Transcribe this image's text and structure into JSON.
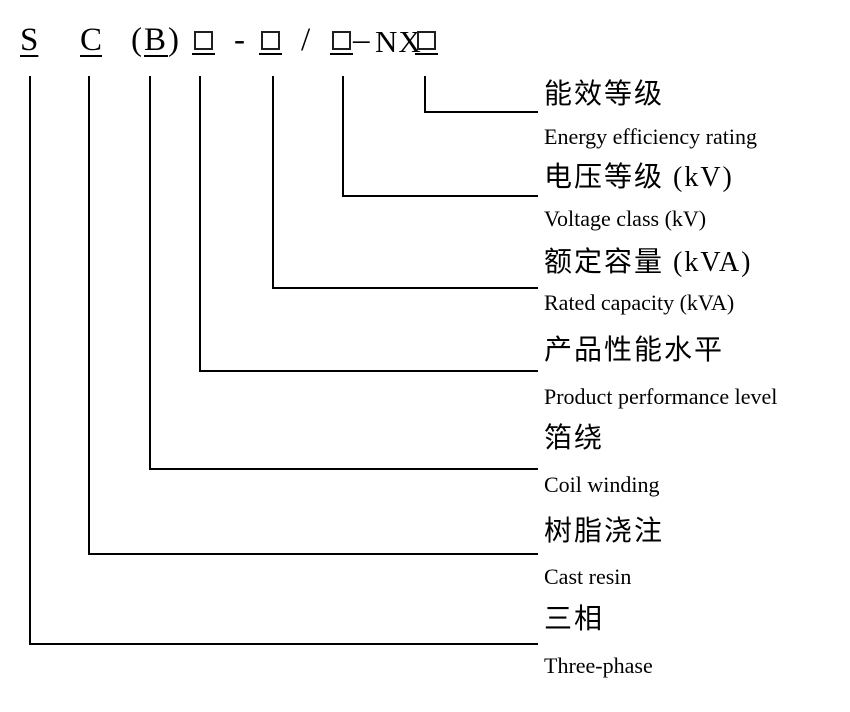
{
  "title": "Transformer model designation diagram",
  "background": "#ffffff",
  "line_color": "#000000",
  "text_color": "#000000",
  "code": {
    "s": "S",
    "c": "C",
    "paren_open": "(",
    "b": "B",
    "paren_close": ")",
    "hyphen": "-",
    "slash": "/",
    "dash": "–",
    "nx": "NX"
  },
  "entries": [
    {
      "cn": "能效等级",
      "en": "Energy efficiency rating"
    },
    {
      "cn": "电压等级 (kV)",
      "en": "Voltage class (kV)"
    },
    {
      "cn": "额定容量 (kVA)",
      "en": "Rated capacity (kVA)"
    },
    {
      "cn": "产品性能水平",
      "en": "Product performance level"
    },
    {
      "cn": "箔绕",
      "en": "Coil winding"
    },
    {
      "cn": "树脂浇注",
      "en": "Cast resin"
    },
    {
      "cn": "三相",
      "en": "Three-phase"
    }
  ]
}
